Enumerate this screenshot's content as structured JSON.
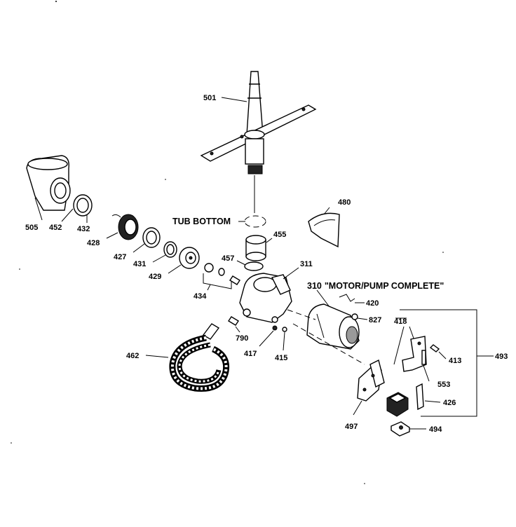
{
  "labels": {
    "p501": "501",
    "p505": "505",
    "p452": "452",
    "p432": "432",
    "p428": "428",
    "p427": "427",
    "p431": "431",
    "p429": "429",
    "p434": "434",
    "p455": "455",
    "p457": "457",
    "p480": "480",
    "p311": "311",
    "p310": "310",
    "motor_pump": "\"MOTOR/PUMP COMPLETE\"",
    "tub_bottom": "TUB BOTTOM",
    "p420": "420",
    "p827": "827",
    "p790": "790",
    "p417": "417",
    "p415": "415",
    "p462": "462",
    "p418": "418",
    "p413": "413",
    "p553": "553",
    "p493": "493",
    "p426": "426",
    "p497": "497",
    "p494": "494"
  }
}
